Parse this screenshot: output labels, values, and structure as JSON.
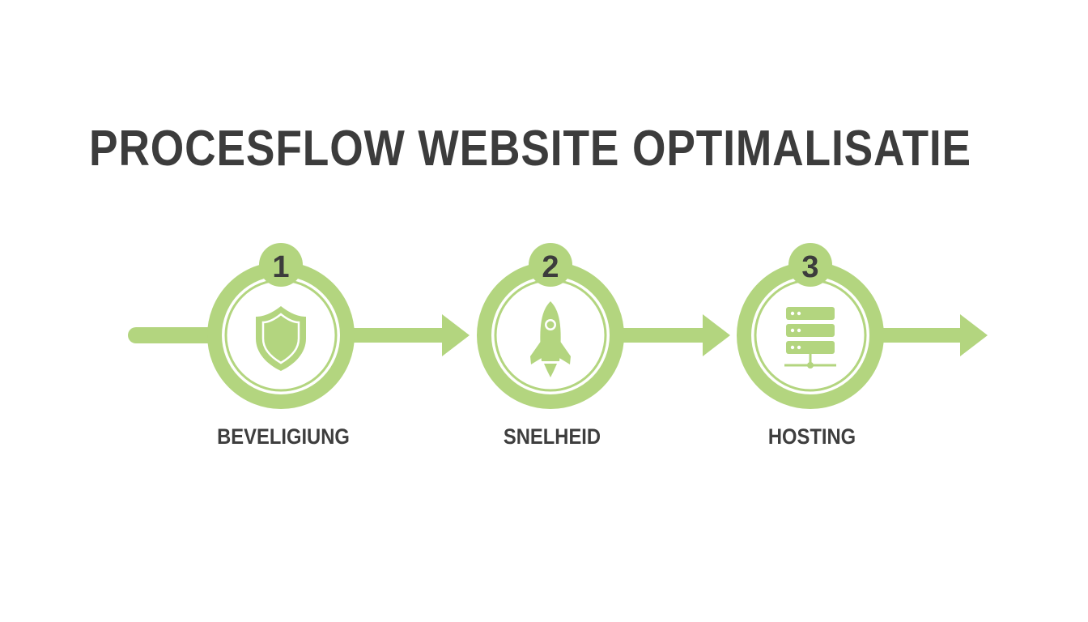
{
  "title": "PROCESFLOW WEBSITE OPTIMALISATIE",
  "colors": {
    "accent": "#b3d57f",
    "text": "#3c3c3c",
    "background": "#ffffff"
  },
  "steps": [
    {
      "number": "1",
      "label": "BEVELIGIUNG",
      "icon": "shield-icon"
    },
    {
      "number": "2",
      "label": "SNELHEID",
      "icon": "rocket-icon"
    },
    {
      "number": "3",
      "label": "HOSTING",
      "icon": "server-icon"
    }
  ]
}
